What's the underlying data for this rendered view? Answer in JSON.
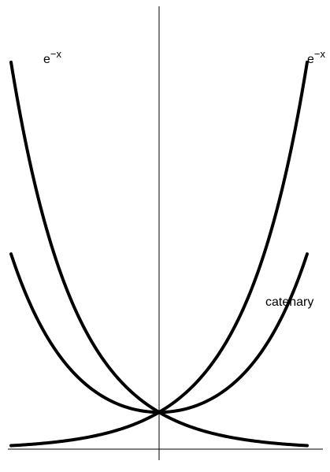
{
  "chart_data": {
    "type": "line",
    "title": "",
    "xlabel": "",
    "ylabel": "",
    "xlim": [
      -2.4,
      2.4
    ],
    "ylim": [
      0,
      12
    ],
    "grid": false,
    "legend": "none",
    "series": [
      {
        "name": "e−x",
        "formula": "exp(-x)",
        "x_range": [
          -2.35,
          2.35
        ]
      },
      {
        "name": "e−x",
        "formula": "exp(x)",
        "x_range": [
          -2.35,
          2.35
        ]
      },
      {
        "name": "catenary",
        "formula": "cosh(x)",
        "x_range": [
          -2.35,
          2.35
        ]
      }
    ],
    "annotations": [
      {
        "text": "e−x",
        "series": 0,
        "placement": "upper-left"
      },
      {
        "text": "e−x",
        "series": 1,
        "placement": "upper-right"
      },
      {
        "text": "catenary",
        "series": 2,
        "placement": "right"
      }
    ],
    "colors": {
      "curve": "#000000",
      "axis": "#000000"
    }
  }
}
